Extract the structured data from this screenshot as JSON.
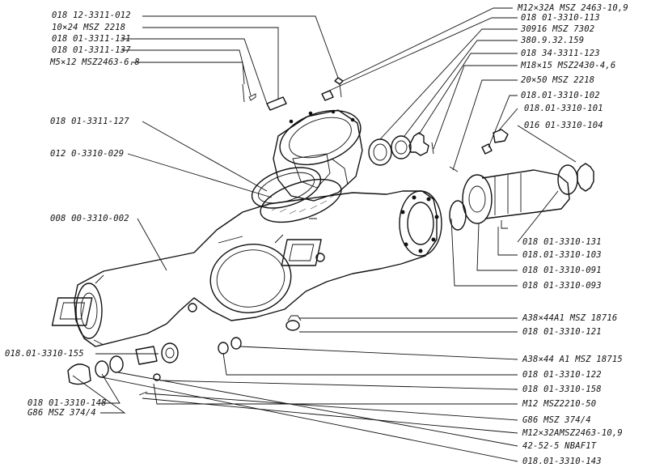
{
  "labels_left": [
    "018 12-3311-012",
    "10×24 MSZ 2218",
    "018 01-3311-131",
    "018 01-3311-137",
    "M5×12 MSZ2463-6.8",
    "018 01-3311-127",
    "012 0-3310-029",
    "008 00-3310-002",
    "018.01-3310-155",
    "018 01-3310-148",
    "G86 MSZ 374/4"
  ],
  "labels_right": [
    "M12×32A MSZ 2463-10,9",
    "018 01-3310-113",
    "30916 MSZ 7302",
    "380.9.32.159",
    "018 34-3311-123",
    "M18×15 MSZ2430-4,6",
    "20×50 MSZ 2218",
    "018.01-3310-102",
    "018.01-3310-101",
    "016 01-3310-104",
    "018 01-3310-131",
    "018.01-3310-103",
    "018 01-3310-091",
    "018 01-3310-093",
    "A38×44A1 MSZ 18716",
    "018 01-3310-121",
    "A38×44 A1 MSZ 18715",
    "018 01-3310-122",
    "018 01-3310-158",
    "M12 MSZ2210-50",
    "G86 MSZ 374/4",
    "M12×32AMSZ2463-10,9",
    "42-52-5 NBAF1T",
    "018.01-3310-143"
  ]
}
